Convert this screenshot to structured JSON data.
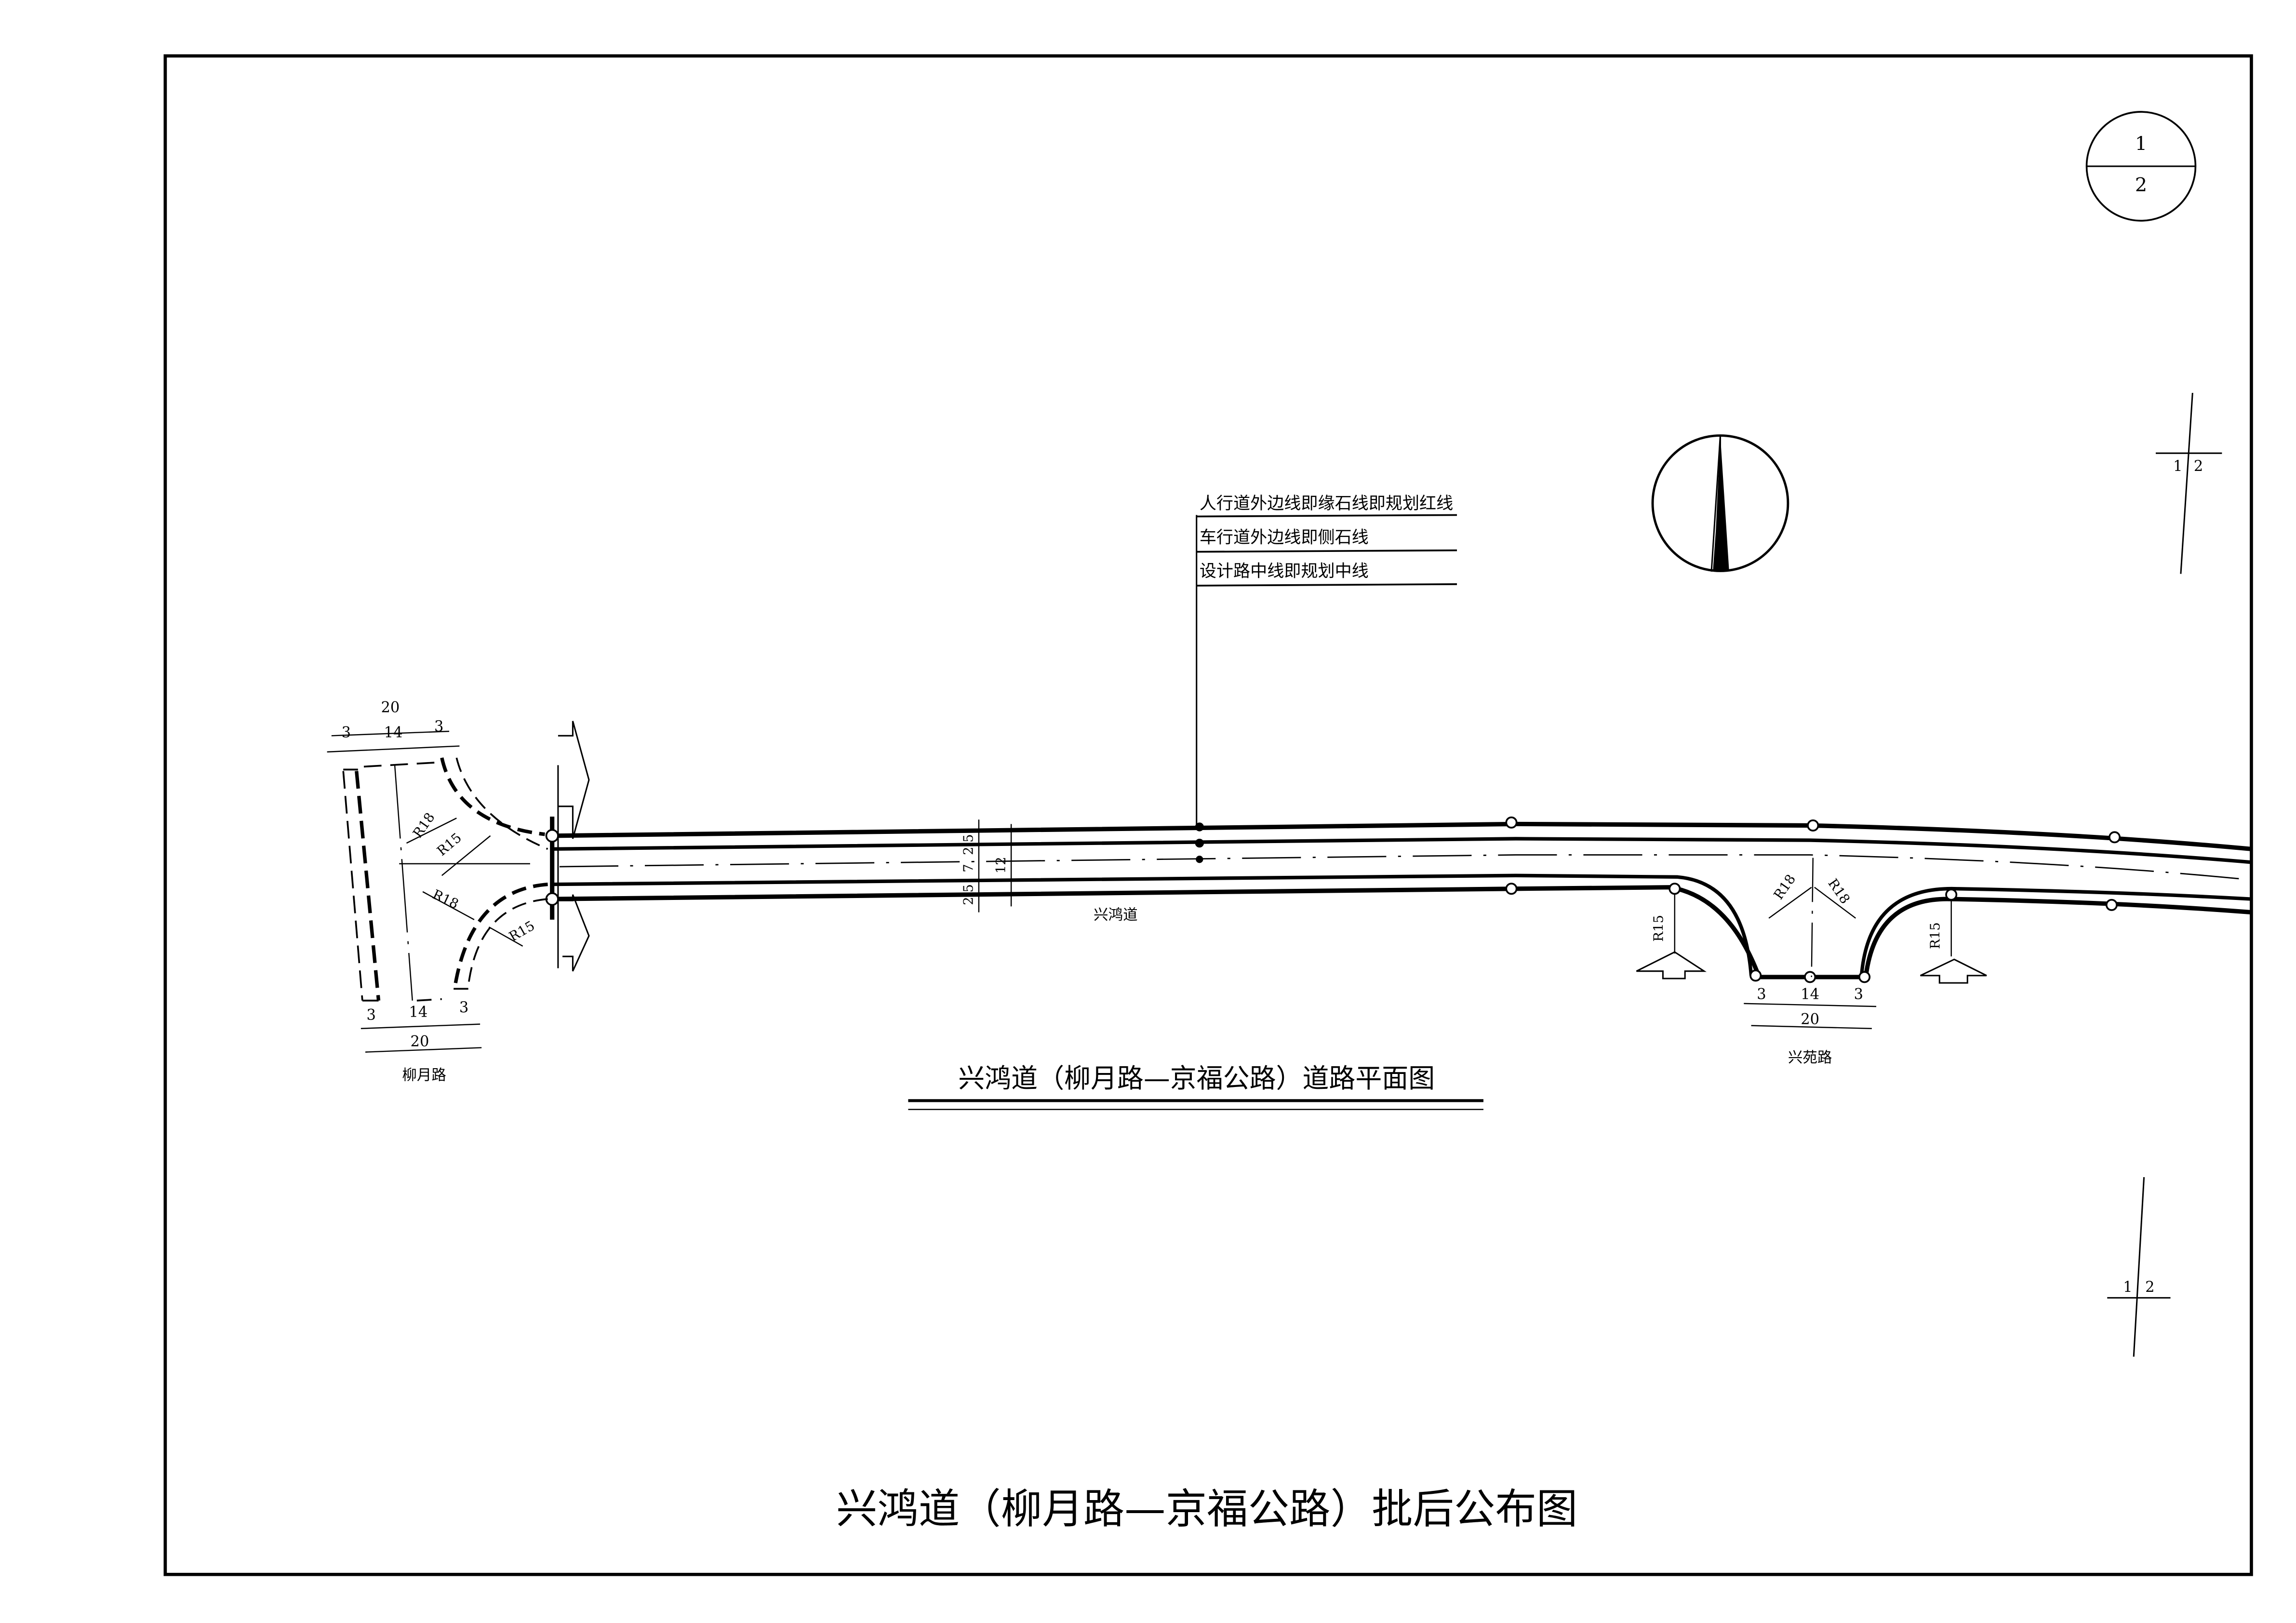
{
  "sheet_marker": {
    "top": "1",
    "bottom": "2"
  },
  "section_markers": [
    {
      "left": "1",
      "right": "2"
    },
    {
      "left": "1",
      "right": "2"
    }
  ],
  "legend": {
    "items": [
      "人行道外边线即缘石线即规划红线",
      "车行道外边线即侧石线",
      "设计路中线即规划中线"
    ]
  },
  "main_road": {
    "name": "兴鸿道",
    "cross_section": {
      "sidewalk_top": "2.5",
      "sidewalk_bottom": "2.5",
      "carriageway": "7",
      "total": "12"
    }
  },
  "left_intersection": {
    "road_name": "柳月路",
    "top_dims": {
      "total": "20",
      "left": "3",
      "middle": "14",
      "right": "3"
    },
    "bottom_dims": {
      "total": "20",
      "left": "3",
      "middle": "14",
      "right": "3"
    },
    "radii": [
      "R18",
      "R15",
      "R18",
      "R15"
    ]
  },
  "right_intersection": {
    "road_name": "兴苑路",
    "dims": {
      "total": "20",
      "left": "3",
      "middle": "14",
      "right": "3"
    },
    "radii": [
      "R18",
      "R18",
      "R15",
      "R15"
    ]
  },
  "plan_title": "兴鸿道（柳月路—京福公路）道路平面图",
  "main_title": "兴鸿道（柳月路—京福公路）批后公布图"
}
